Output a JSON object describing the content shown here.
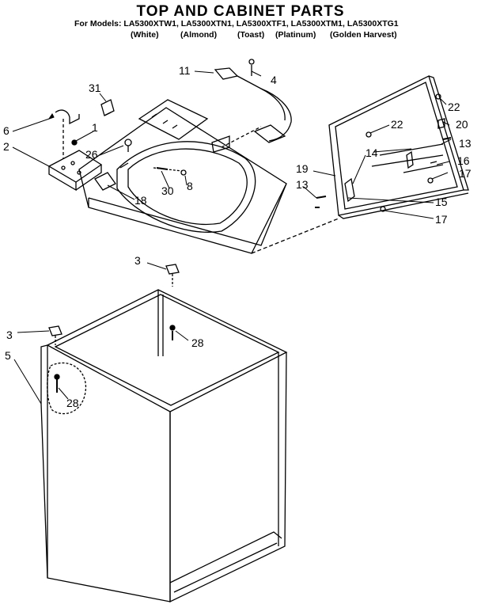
{
  "title": "TOP AND CABINET PARTS",
  "models_line": "For Models: LA5300XTW1, LA5300XTN1, LA5300XTF1, LA5300XTM1, LA5300XTG1",
  "colors": [
    "(White)",
    "(Almond)",
    "(Toast)",
    "(Platinum)",
    "(Golden Harvest)"
  ],
  "callouts": {
    "c1": "1",
    "c2": "2",
    "c3a": "3",
    "c3b": "3",
    "c4": "4",
    "c5": "5",
    "c6": "6",
    "c8": "8",
    "c11": "11",
    "c13a": "13",
    "c13b": "13",
    "c14": "14",
    "c15": "15",
    "c16": "16",
    "c17a": "17",
    "c17b": "17",
    "c18": "18",
    "c19": "19",
    "c20": "20",
    "c22a": "22",
    "c22b": "22",
    "c26": "26",
    "c28a": "28",
    "c28b": "28",
    "c30": "30",
    "c31": "31"
  }
}
